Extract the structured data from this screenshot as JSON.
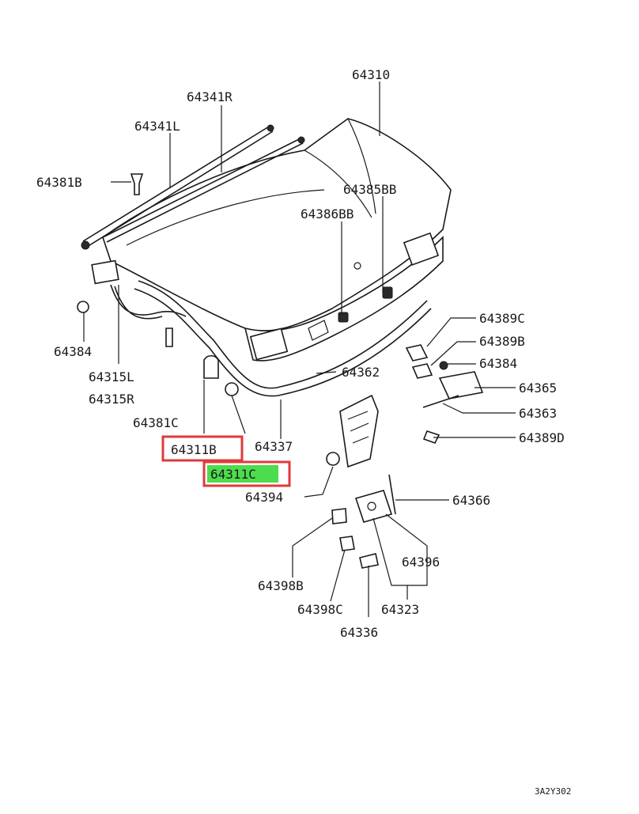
{
  "labels": {
    "p64310": "64310",
    "p64341R": "64341R",
    "p64341L": "64341L",
    "p64381B": "64381B",
    "p64385BB": "64385BB",
    "p64386BB": "64386BB",
    "p64384a": "64384",
    "p64315L": "64315L",
    "p64315R": "64315R",
    "p64381C": "64381C",
    "p64311B": "64311B",
    "p64311C": "64311C",
    "p64337": "64337",
    "p64362": "64362",
    "p64389C": "64389C",
    "p64389B": "64389B",
    "p64384b": "64384",
    "p64365": "64365",
    "p64363": "64363",
    "p64389D": "64389D",
    "p64394": "64394",
    "p64366": "64366",
    "p64396": "64396",
    "p64398B": "64398B",
    "p64398C": "64398C",
    "p64323": "64323",
    "p64336": "64336",
    "code": "3A2Y302"
  },
  "colors": {
    "highlight_box": "#e03a3a",
    "highlight_fill": "#4ddc4d",
    "ink": "#1a1a1a"
  }
}
